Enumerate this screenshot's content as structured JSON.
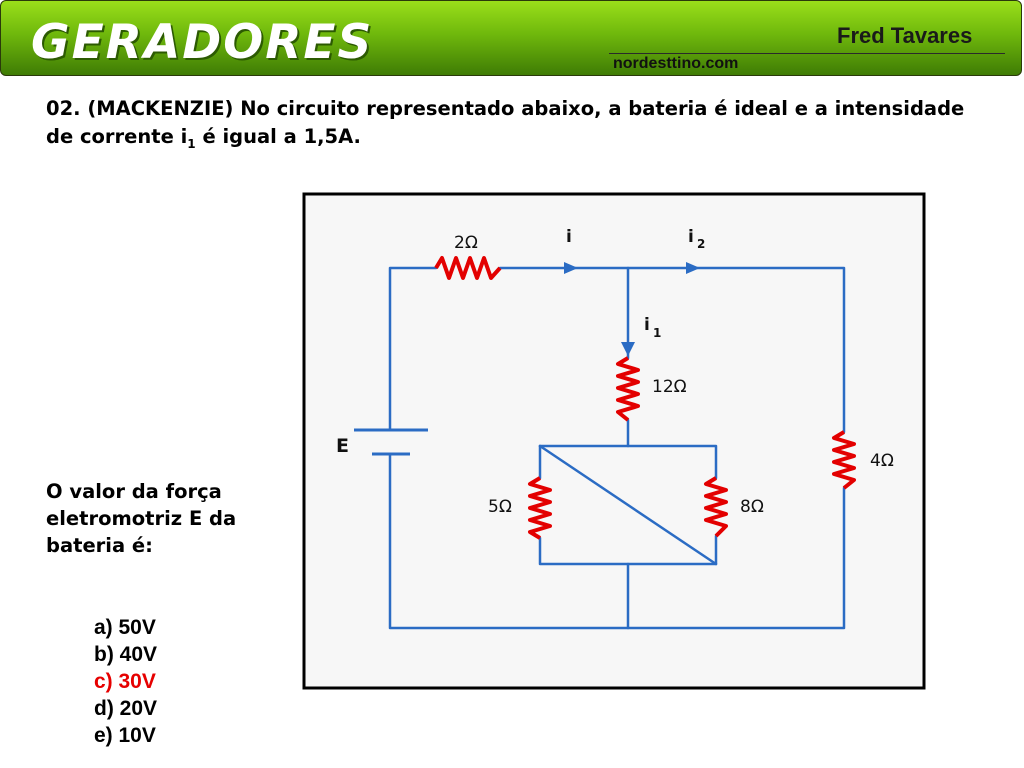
{
  "header": {
    "title": "GERADORES",
    "author": "Fred Tavares",
    "site": "nordesttino.com"
  },
  "question": {
    "text_before": "02. (MACKENZIE) No circuito representado abaixo, a bateria é ideal e a intensidade de corrente i",
    "subscript": "1",
    "text_after": " é igual a 1,5A."
  },
  "prompt": "O valor da força eletromotriz E da bateria é:",
  "options": [
    {
      "label": "a) 50V",
      "correct": false
    },
    {
      "label": "b) 40V",
      "correct": false
    },
    {
      "label": "c) 30V",
      "correct": true
    },
    {
      "label": "d) 20V",
      "correct": false
    },
    {
      "label": "e) 10V",
      "correct": false
    }
  ],
  "circuit": {
    "labels": {
      "r_2": "2Ω",
      "r_12": "12Ω",
      "r_4": "4Ω",
      "r_5": "5Ω",
      "r_8": "8Ω",
      "battery": "E",
      "current_i": "i",
      "current_i1": "i",
      "current_i1_sub": "1",
      "current_i2": "i",
      "current_i2_sub": "2"
    },
    "colors": {
      "wire": "#2b6cc4",
      "resistor": "#e30000",
      "frame": "#000000",
      "background": "#f7f7f7"
    }
  },
  "colors": {
    "header_green": "#6fb80c",
    "correct_option": "#e60000"
  }
}
